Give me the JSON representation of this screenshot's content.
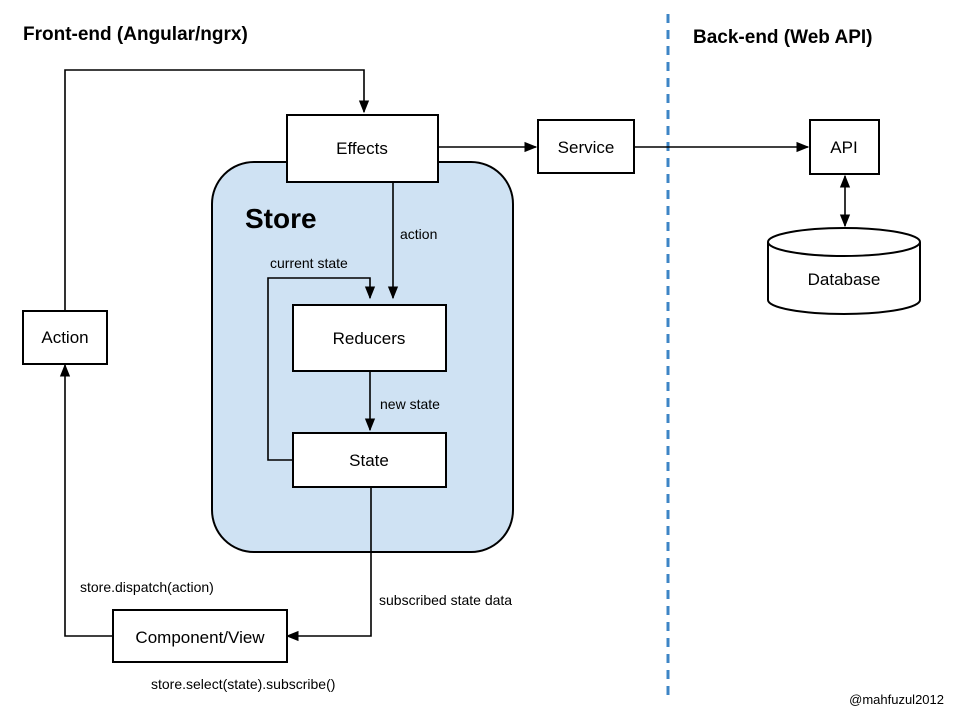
{
  "titles": {
    "frontend": "Front-end (Angular/ngrx)",
    "backend": "Back-end (Web API)"
  },
  "store": {
    "label": "Store"
  },
  "nodes": {
    "effects": "Effects",
    "service": "Service",
    "api": "API",
    "database": "Database",
    "action": "Action",
    "reducers": "Reducers",
    "state": "State",
    "component": "Component/View"
  },
  "edges": {
    "action": "action",
    "current_state": "current state",
    "new_state": "new state",
    "subscribed_state_data": "subscribed state data",
    "dispatch": "store.dispatch(action)",
    "select_subscribe": "store.select(state).subscribe()"
  },
  "credit": "@mahfuzul2012",
  "colors": {
    "store_fill": "#cfe2f3",
    "divider": "#3d85c6",
    "stroke": "#000000"
  }
}
